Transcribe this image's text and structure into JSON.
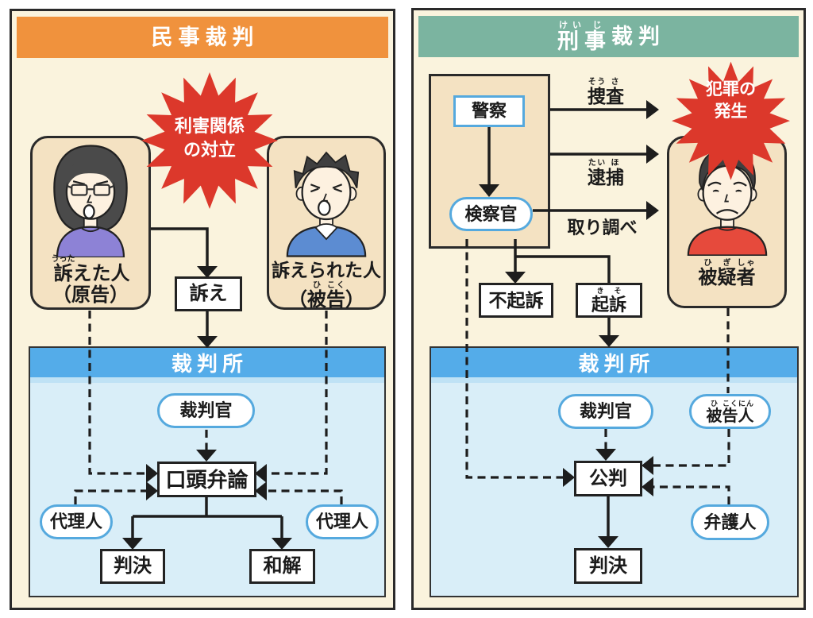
{
  "colors": {
    "civil_header_orange": "#F0923D",
    "criminal_header_green": "#7BB4A0",
    "starburst_red": "#DC382B",
    "court_bar_blue": "#54ACE9",
    "court_body_blue": "#D9EEF8",
    "panel_cream": "#FAF3DD",
    "card_tan": "#F4E2C2",
    "oval_border_blue": "#55A9DE",
    "plaintiff_shirt_purple": "#8D82D6",
    "defendant_shirt_blue": "#5C8CD2",
    "suspect_shirt_red": "#E64A3C"
  },
  "civil": {
    "title": "民事裁判",
    "conflict_burst": {
      "line1": "利害関係",
      "line2": "の対立"
    },
    "plaintiff": {
      "name": [
        {
          "base": "訴",
          "ruby": "うった"
        },
        {
          "base": "えた人"
        }
      ],
      "paren": "（原告）"
    },
    "defendant": {
      "name": "訴えられた人",
      "paren": [
        {
          "base": "（"
        },
        {
          "base": "被",
          "ruby": "ひ"
        },
        {
          "base": "告",
          "ruby": "こく"
        },
        {
          "base": "）"
        }
      ]
    },
    "suit": "訴え",
    "court": {
      "title": "裁判所",
      "judge": "裁判官",
      "oral_argument": "口頭弁論",
      "agent_left": "代理人",
      "agent_right": "代理人",
      "judgment": "判決",
      "settlement": "和解"
    }
  },
  "criminal": {
    "title": [
      {
        "base": "刑",
        "ruby": "けい"
      },
      {
        "base": "事",
        "ruby": "じ"
      },
      {
        "base": "裁判"
      }
    ],
    "police": "警察",
    "prosecutor": "検察官",
    "investigation": [
      {
        "base": "捜",
        "ruby": "そう"
      },
      {
        "base": "査",
        "ruby": "さ"
      }
    ],
    "arrest": [
      {
        "base": "逮",
        "ruby": "たい"
      },
      {
        "base": "捕",
        "ruby": "ほ"
      }
    ],
    "interrogation": "取り調べ",
    "crime_burst": {
      "line1": "犯罪の",
      "line2": "発生"
    },
    "suspect": [
      {
        "base": "被",
        "ruby": "ひ"
      },
      {
        "base": "疑",
        "ruby": "ぎ"
      },
      {
        "base": "者",
        "ruby": "しゃ"
      }
    ],
    "non_indictment": "不起訴",
    "indictment": [
      {
        "base": "起",
        "ruby": "き"
      },
      {
        "base": "訴",
        "ruby": "そ"
      }
    ],
    "court": {
      "title": "裁判所",
      "judge": "裁判官",
      "defendant": [
        {
          "base": "被",
          "ruby": "ひ"
        },
        {
          "base": "告",
          "ruby": "こく"
        },
        {
          "base": "人",
          "ruby": "にん"
        }
      ],
      "trial": "公判",
      "counsel": "弁護人",
      "judgment": "判決"
    }
  }
}
